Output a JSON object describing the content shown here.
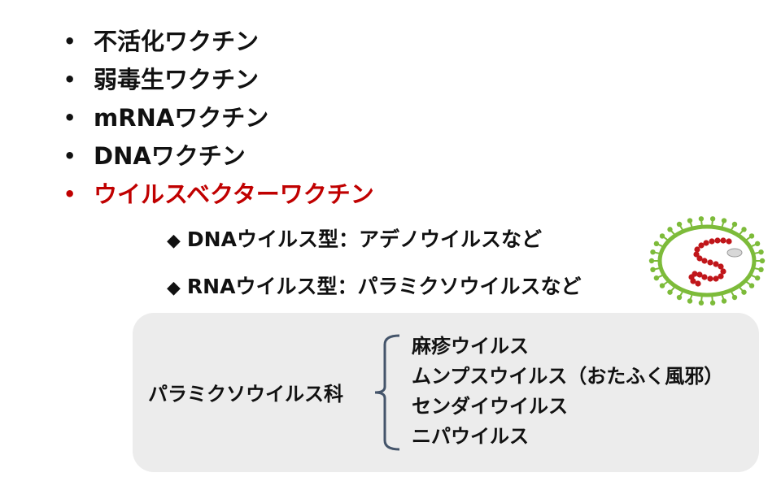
{
  "vaccine_types": [
    {
      "bullet": "•",
      "label": "不活化ワクチン"
    },
    {
      "bullet": "•",
      "label": "弱毒生ワクチン"
    },
    {
      "bullet": "•",
      "label": "mRNAワクチン"
    },
    {
      "bullet": "•",
      "label": "DNAワクチン"
    },
    {
      "bullet": "•",
      "label": "ウイルスベクターワクチン",
      "highlight_color": "#c00000"
    }
  ],
  "subtypes": [
    {
      "marker": "◆",
      "label": "DNAウイルス型：アデノウイルスなど"
    },
    {
      "marker": "◆",
      "label": "RNAウイルス型：パラミクソウイルスなど"
    }
  ],
  "family_box": {
    "family_name": "パラミクソウイルス科",
    "members": [
      "麻疹ウイルス",
      "ムンプスウイルス（おたふく風邪）",
      "センダイウイルス",
      "ニパウイルス"
    ]
  },
  "virus_image": {
    "icon": "virus-particle-icon",
    "envelope_color": "#7dbb3a",
    "genome_color": "#c0161a"
  }
}
